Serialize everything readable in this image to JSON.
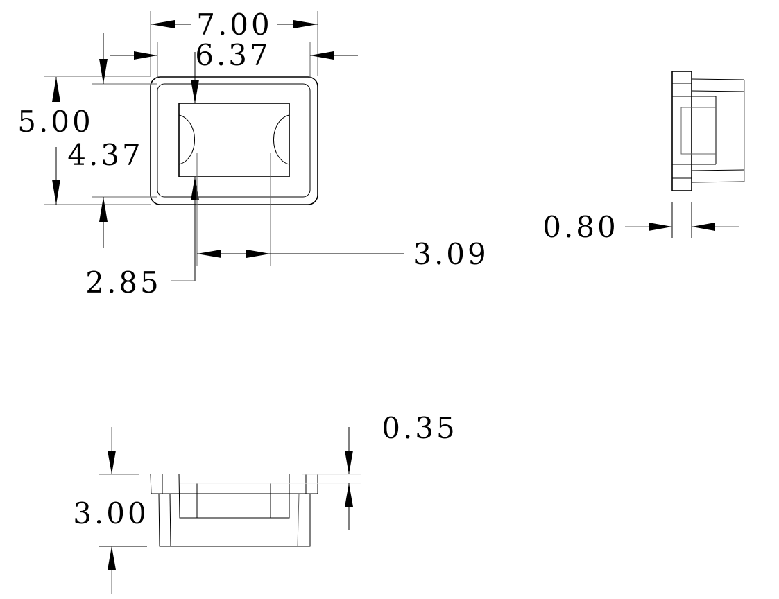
{
  "drawing": {
    "front_view": {
      "dims": {
        "overall_width": "7.00",
        "inner_width": "6.37",
        "overall_height": "5.00",
        "inner_height": "4.37",
        "window_offset": "2.85",
        "window_span": "3.09"
      }
    },
    "side_view": {
      "dims": {
        "flange_thickness": "0.80"
      }
    },
    "bottom_view": {
      "dims": {
        "overall_depth": "3.00",
        "flange_step": "0.35"
      }
    }
  }
}
